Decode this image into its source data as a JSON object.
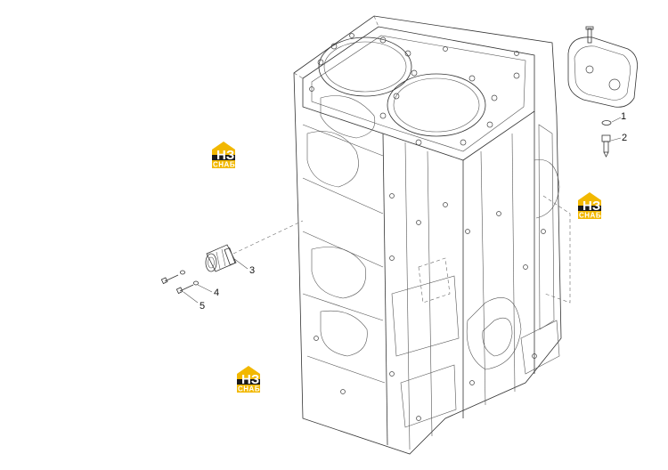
{
  "diagram": {
    "callouts": [
      {
        "id": "c1",
        "label": "1"
      },
      {
        "id": "c2",
        "label": "2"
      },
      {
        "id": "c3",
        "label": "3"
      },
      {
        "id": "c4",
        "label": "4"
      },
      {
        "id": "c5",
        "label": "5"
      }
    ],
    "watermark": {
      "top_text": "НЗ",
      "bottom_text": "СНАБ",
      "color": "#F2B800",
      "dark": "#1a1a1a"
    },
    "colors": {
      "line": "#333333",
      "background": "#ffffff"
    }
  }
}
